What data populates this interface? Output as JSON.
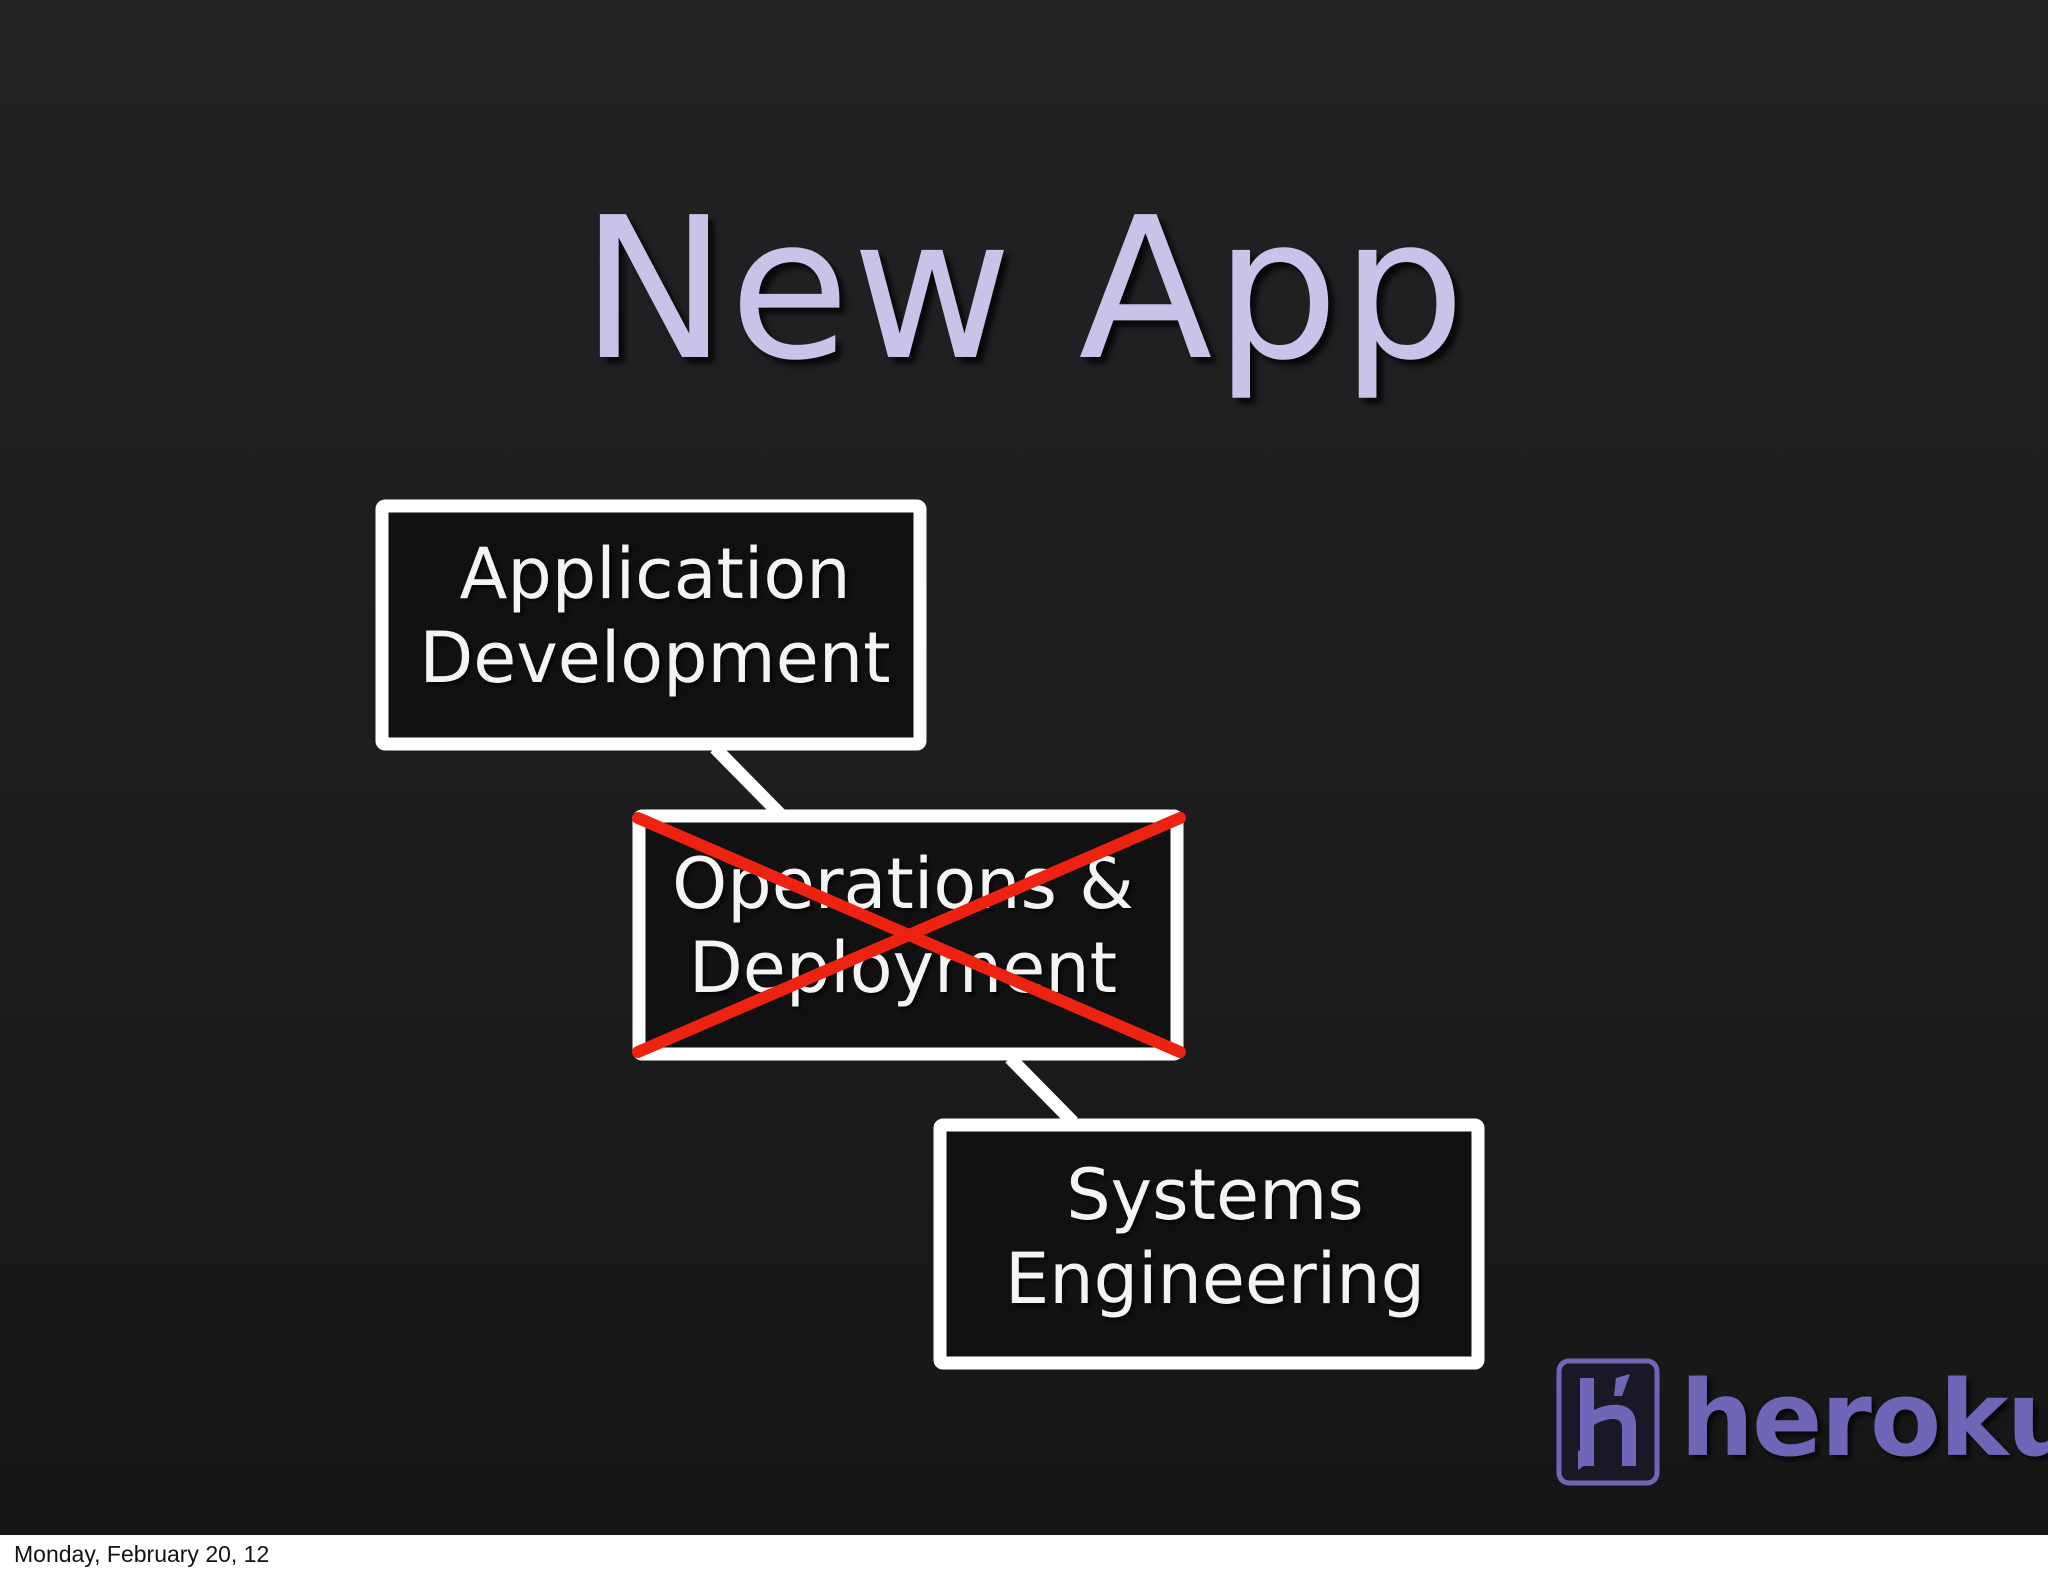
{
  "slide": {
    "title": "New App",
    "background_color": "#1e1e20",
    "title_color": "#c9c3ea"
  },
  "diagram": {
    "boxes": [
      {
        "id": "application-development",
        "lines": [
          "Application",
          "Development"
        ],
        "crossed_out": false
      },
      {
        "id": "operations-deployment",
        "lines": [
          "Operations &",
          "Deployment"
        ],
        "crossed_out": true
      },
      {
        "id": "systems-engineering",
        "lines": [
          "Systems",
          "Engineering"
        ],
        "crossed_out": false
      }
    ],
    "box_border_color": "#ffffff",
    "cross_color": "#ee2211"
  },
  "logo": {
    "wordmark": "heroku",
    "icon": "heroku-h-icon",
    "color": "#6f66b8"
  },
  "footer": {
    "date": "Monday, February 20, 12"
  }
}
